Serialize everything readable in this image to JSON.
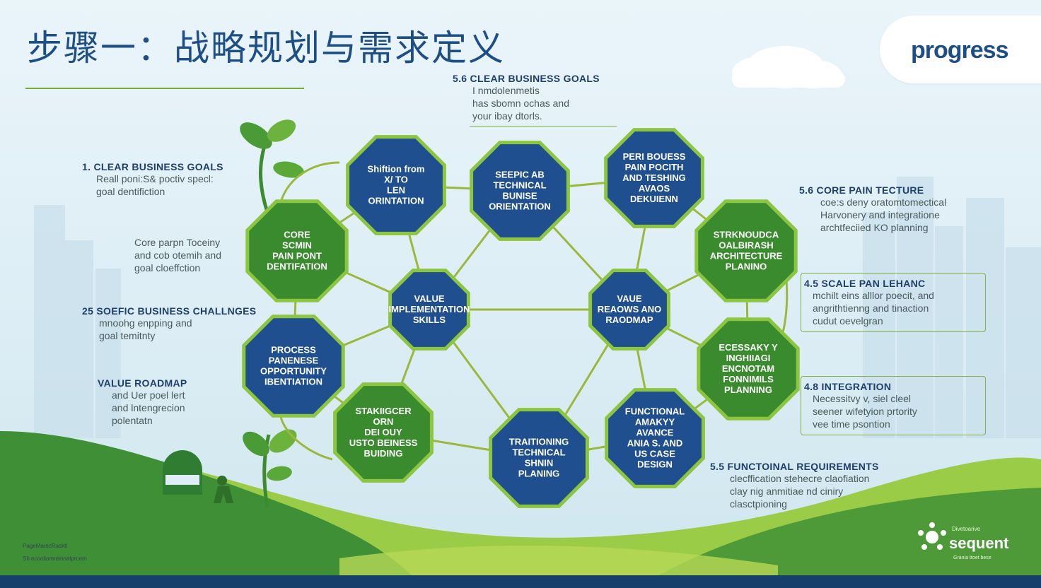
{
  "header": {
    "title": "步骤一：战略规划与需求定义",
    "logo_text": "progress"
  },
  "left_annotations": [
    {
      "heading": "1.  CLEAR BUSINESS GOALS",
      "lines": [
        "Reall poni:S& poctiv specl:",
        "goal dentifiction"
      ]
    },
    {
      "heading": "",
      "lines": [
        "Core parpn Toceiny",
        "and cob otemih and",
        "goal cloeffction"
      ]
    },
    {
      "heading": "25 SOEFIC BUSINESS CHALLNGES",
      "lines": [
        "mnoohg enpping and",
        "goal temitnty"
      ]
    },
    {
      "heading": "VALUE ROADMAP",
      "lines": [
        "and Uer poel lert",
        "and lntengrecion",
        "polentatn"
      ]
    }
  ],
  "right_annotations": [
    {
      "heading": "5.6 CLEAR BUSINESS GOALS",
      "lines": [
        "I nmdolenmetis",
        "has sbomn ochas and",
        "your ibay dtorls."
      ]
    },
    {
      "heading": "5.6  CORE PAIN TECTURE",
      "lines": [
        "coe:s deny oratomtomectical",
        "Harvonery and integratione",
        "archtfeciied KO planning"
      ]
    },
    {
      "heading": "4.5  SCALE PAN LEHANC",
      "lines": [
        "mchilt eins alllor poecit, and",
        "angrithtienng and tinaction",
        "cudut oevelgran"
      ]
    },
    {
      "heading": "4.8  INTEGRATION",
      "lines": [
        "Necessitvy v, siel cleel",
        "seener wifetyion prtority",
        "vee time psontion"
      ]
    },
    {
      "heading": "5.5 FUNCTOINAL REQUIREMENTS",
      "lines": [
        "clecffication stehecre claofiation",
        "clay nig anmitiae nd ciniry",
        "clasctpioning"
      ]
    }
  ],
  "nodes": [
    {
      "id": "n1",
      "color": "blue",
      "lines": [
        "Shiftion from",
        "X/ TO",
        "LEN",
        "ORINTATION"
      ]
    },
    {
      "id": "n2",
      "color": "blue",
      "lines": [
        "SEEPIC AB",
        "TECHNICAL",
        "BUNISE",
        "ORIENTATION"
      ]
    },
    {
      "id": "n3",
      "color": "blue",
      "lines": [
        "PERI BOUESS",
        "PAIN POCITH",
        "AND TESHING",
        "AVAOS",
        "DEKUIENN"
      ]
    },
    {
      "id": "n4",
      "color": "green",
      "lines": [
        "CORE",
        "SCMIN",
        "PAIN PONT",
        "DENTIFATION"
      ]
    },
    {
      "id": "n5",
      "color": "green",
      "lines": [
        "STRKNOUDCA",
        "OALBIRASH",
        "ARCHITECTURE",
        "PLANINO"
      ]
    },
    {
      "id": "n6",
      "color": "blue",
      "lines": [
        "VALUE",
        "IMPLEMENTATION",
        "SKILLS"
      ]
    },
    {
      "id": "n7",
      "color": "blue",
      "lines": [
        "VAUE",
        "REAOWS ANO",
        "RAODMAP"
      ]
    },
    {
      "id": "n8",
      "color": "blue",
      "lines": [
        "PROCESS",
        "PANENESE",
        "OPPORTUNITY",
        "IBENTIATION"
      ]
    },
    {
      "id": "n9",
      "color": "green",
      "lines": [
        "ECESSAKY Y",
        "INGHIIAGI",
        "ENCNOTAM",
        "FONNIMILS",
        "PLANNING"
      ]
    },
    {
      "id": "n10",
      "color": "green",
      "lines": [
        "STAKIIGCER",
        "ORN",
        "DEI OUY",
        "USTO BEINESS",
        "BUIDING"
      ]
    },
    {
      "id": "n11",
      "color": "blue",
      "lines": [
        "FUNCTIONAL",
        "AMAKYY",
        "AVANCE",
        "ANIA S. AND",
        "US CASE",
        "DESIGN"
      ]
    },
    {
      "id": "n12",
      "color": "blue",
      "lines": [
        "TRAITIONING",
        "TECHNICAL",
        "SHNIN",
        "PLANING"
      ]
    }
  ],
  "footer": {
    "left_line1": "PageMarecRasktl",
    "left_line2": "Sh ecooliomreinnatprcetn",
    "brand_top": "Divetoarive",
    "brand": "sequent",
    "brand_bottom": "Grania ttoet bese"
  },
  "colors": {
    "title": "#1d4f86",
    "node_blue": "#1f4f8e",
    "node_green": "#3a8a2e",
    "node_border": "#8cc540",
    "connector": "#9ab83c",
    "hill_dark": "#3b8a34",
    "hill_light": "#8dc63f",
    "bottom_bar": "#163f6c"
  }
}
